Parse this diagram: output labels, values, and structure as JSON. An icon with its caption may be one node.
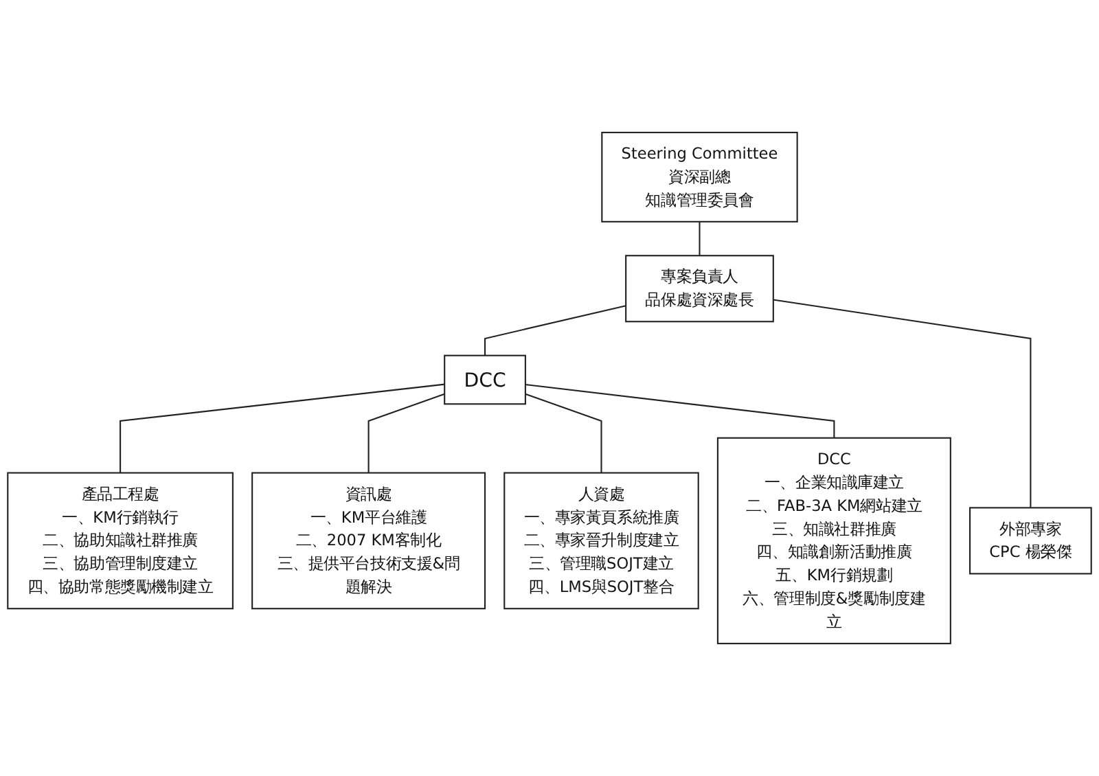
{
  "diagram": {
    "nodes": [
      {
        "text": [
          "Steering Committee",
          "資深副總",
          "知識管理委員會"
        ]
      },
      {
        "text": [
          "專案負責人",
          "品保處資深處長"
        ]
      },
      {
        "text": [
          "外部專家",
          "CPC 楊榮傑"
        ]
      },
      {
        "text": [
          "DCC"
        ]
      },
      {
        "text": [
          "產品工程處",
          "一、KM行銷執行",
          "二、協助知識社群推廣",
          "三、協助管理制度建立",
          "四、協助常態獎勵機制建立"
        ]
      },
      {
        "text": [
          "資訊處",
          "一、KM平台維護",
          "二、2007 KM客制化",
          "三、提供平台技術支援&問題解決"
        ]
      },
      {
        "text": [
          "人資處",
          "一、專家黃頁系統推廣",
          "二、專家晉升制度建立",
          "三、管理職SOJT建立",
          "四、LMS與SOJT整合"
        ]
      },
      {
        "text": [
          "DCC",
          "一、企業知識庫建立",
          "二、FAB-3A KM網站建立",
          "三、知識社群推廣",
          "四、知識創新活動推廣",
          "五、KM行銷規劃",
          "六、管理制度&獎勵制度建立"
        ]
      }
    ],
    "edges": [
      {
        "from": 0,
        "to": 1,
        "arrow": "none"
      },
      {
        "from": 1,
        "to": 3,
        "arrow": "none"
      },
      {
        "from": 1,
        "to": 2,
        "arrow": "none"
      },
      {
        "from": 3,
        "to": 4,
        "arrow": "none"
      },
      {
        "from": 3,
        "to": 5,
        "arrow": "none"
      },
      {
        "from": 3,
        "to": 6,
        "arrow": "none"
      },
      {
        "from": 3,
        "to": 7,
        "arrow": "none"
      }
    ]
  }
}
